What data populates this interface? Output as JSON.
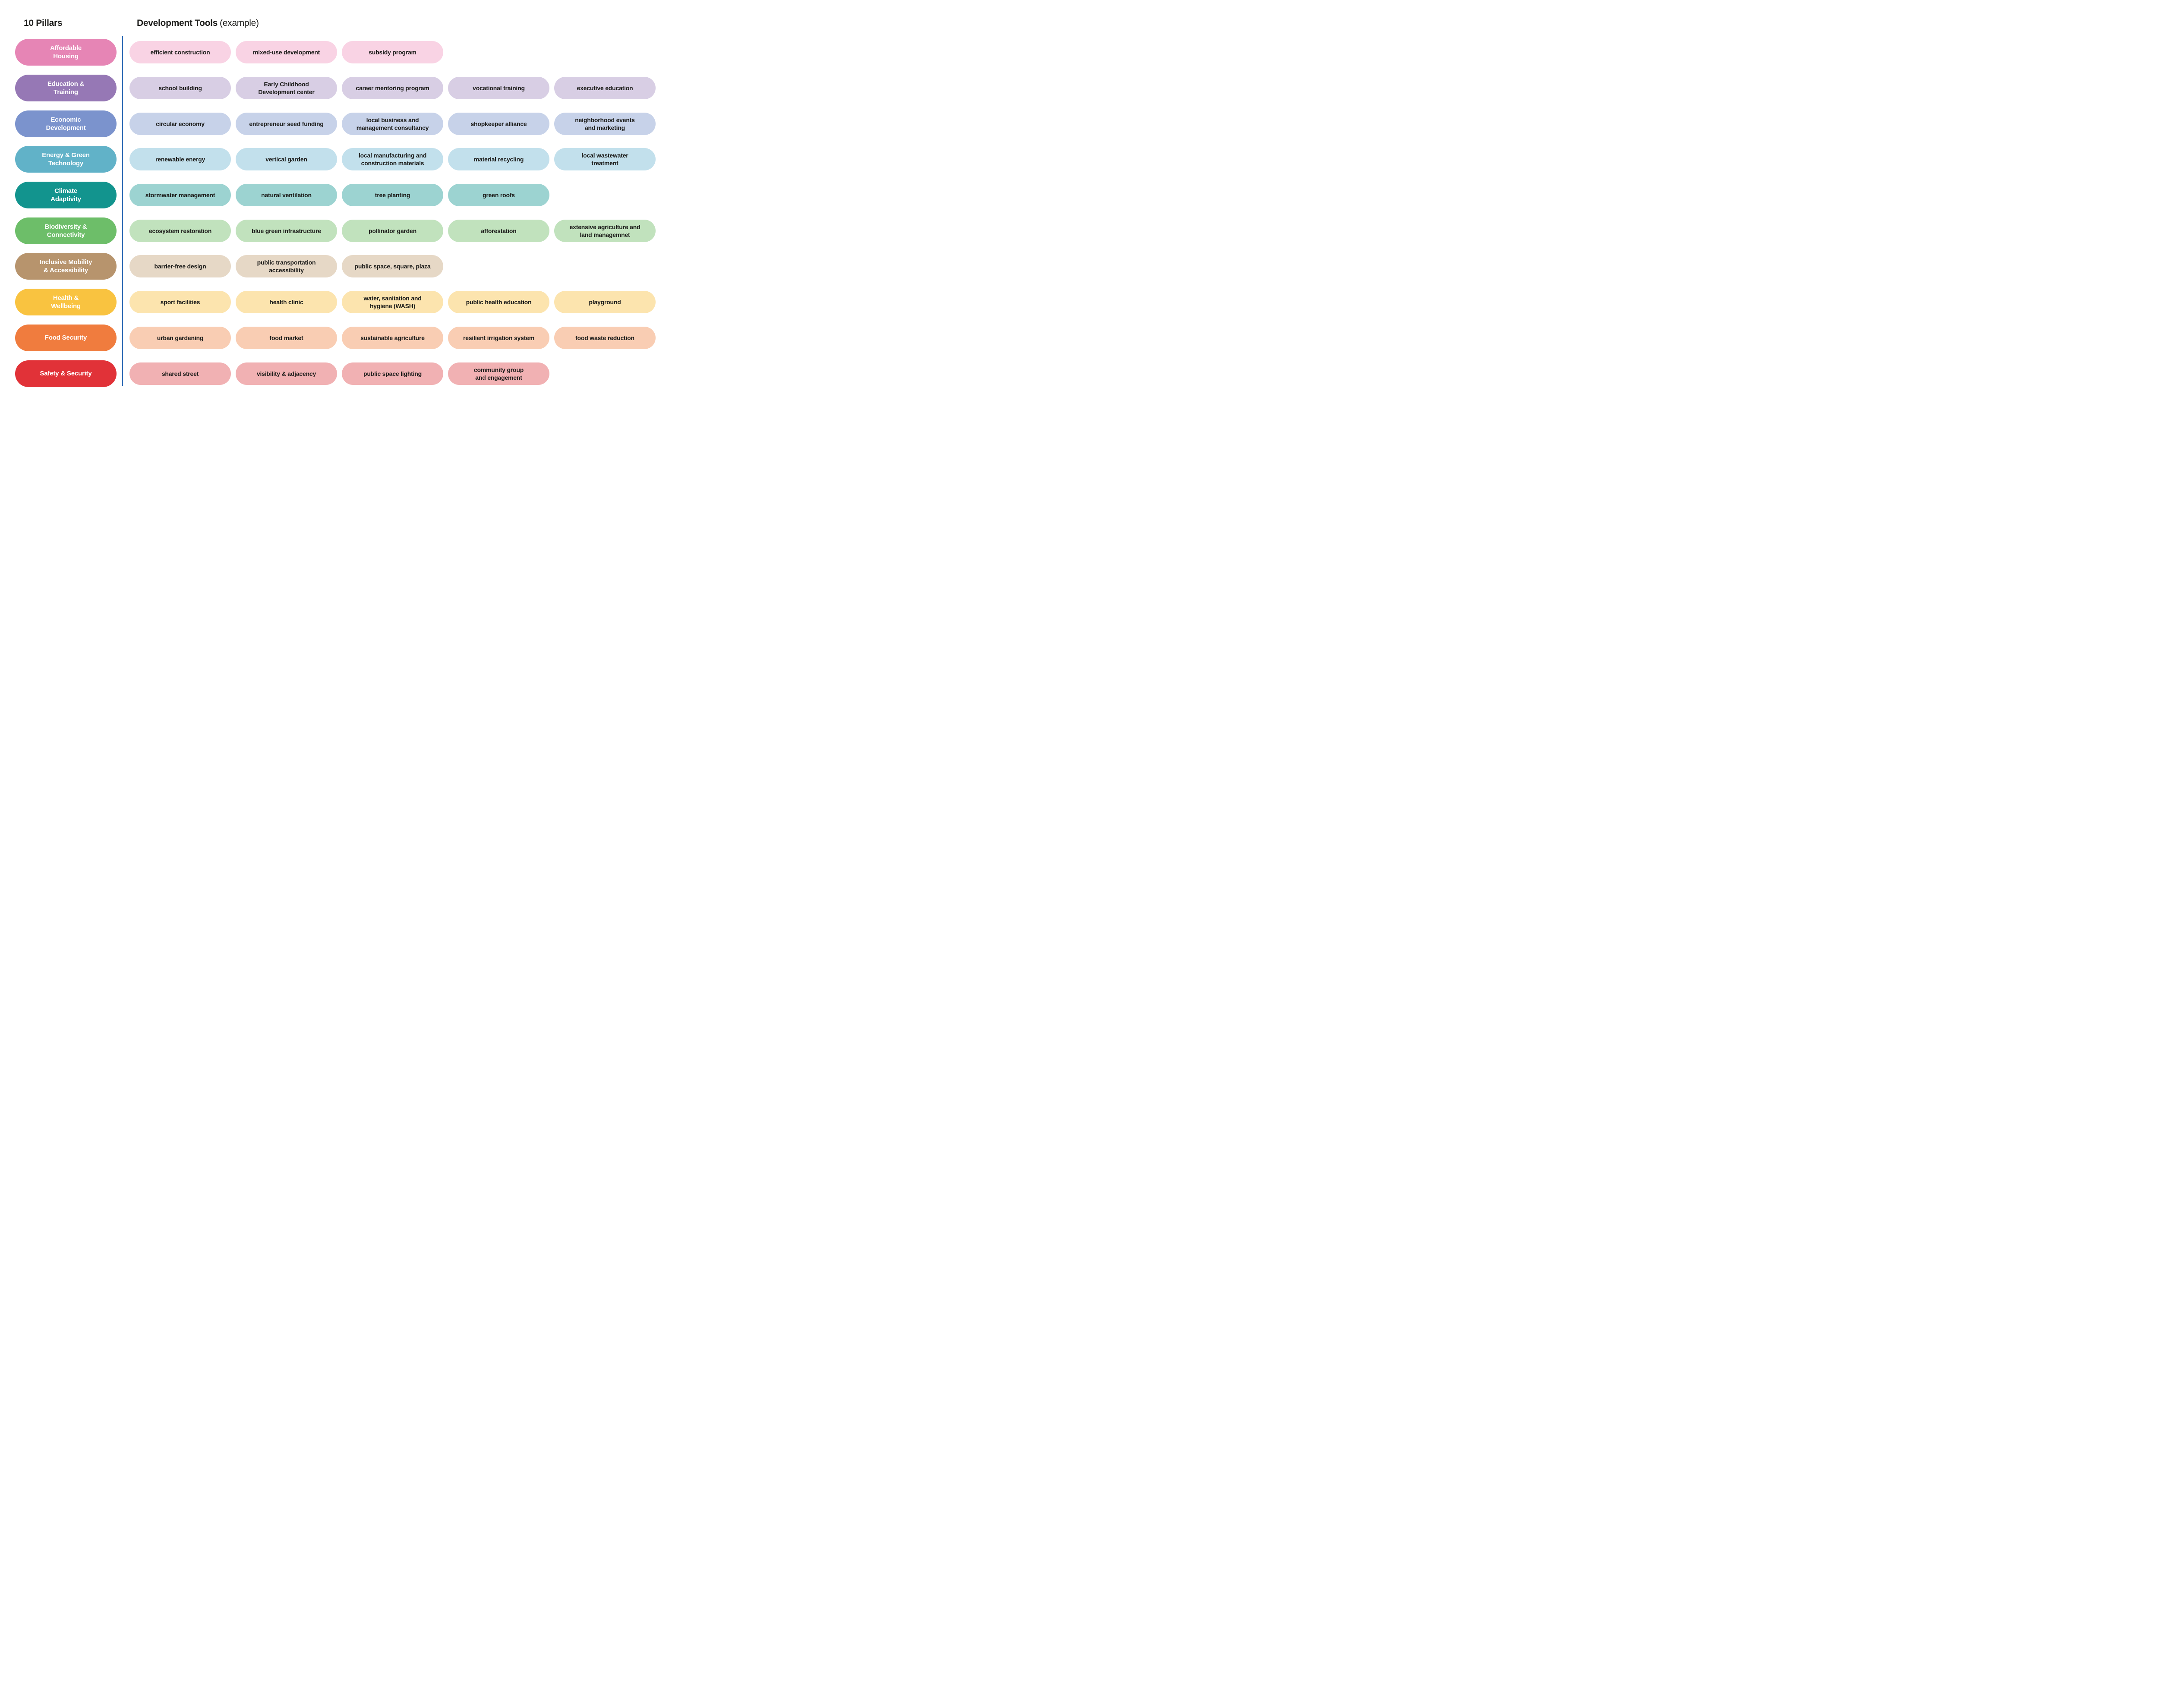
{
  "header": {
    "left_title": "10 Pillars",
    "right_title": "Development Tools",
    "right_title_note": "(example)"
  },
  "colors": {
    "background": "#ffffff",
    "divider": "#2f6bb5",
    "title_text": "#1d1d1b",
    "tool_text": "#1d1d1b",
    "pillar_text": "#ffffff"
  },
  "pillars": [
    {
      "label": "Affordable\nHousing",
      "color": "#e685b5",
      "tool_color": "#f9d3e4",
      "tools": [
        "efficient construction",
        "mixed-use development",
        "subsidy program"
      ]
    },
    {
      "label": "Education &\nTraining",
      "color": "#9678b5",
      "tool_color": "#d8cee4",
      "tools": [
        "school building",
        "Early Childhood\nDevelopment center",
        "career mentoring program",
        "vocational training",
        "executive education"
      ]
    },
    {
      "label": "Economic\nDevelopment",
      "color": "#7b93cd",
      "tool_color": "#c7d2e9",
      "tools": [
        "circular economy",
        "entrepreneur seed funding",
        "local business and\nmanagement consultancy",
        "shopkeeper alliance",
        "neighborhood events\nand marketing"
      ]
    },
    {
      "label": "Energy & Green\nTechnology",
      "color": "#61b2c8",
      "tool_color": "#c2e0ec",
      "tools": [
        "renewable energy",
        "vertical garden",
        "local manufacturing and\nconstruction materials",
        "material recycling",
        "local wastewater\ntreatment"
      ]
    },
    {
      "label": "Climate\nAdaptivity",
      "color": "#12948e",
      "tool_color": "#9cd3d1",
      "tools": [
        "stormwater management",
        "natural ventilation",
        "tree planting",
        "green roofs"
      ]
    },
    {
      "label": "Biodiversity &\nConnectivity",
      "color": "#6dbe69",
      "tool_color": "#c1e2bd",
      "tools": [
        "ecosystem restoration",
        "blue green infrastructure",
        "pollinator garden",
        "afforestation",
        "extensive agriculture and\nland managemnet"
      ]
    },
    {
      "label": "Inclusive Mobility\n& Accessibility",
      "color": "#b7946d",
      "tool_color": "#e6d8c6",
      "tools": [
        "barrier-free design",
        "public transportation\naccessibility",
        "public space, square, plaza"
      ]
    },
    {
      "label": "Health &\nWellbeing",
      "color": "#f9c340",
      "tool_color": "#fce4ae",
      "tools": [
        "sport facilities",
        "health clinic",
        "water, sanitation and\nhygiene (WASH)",
        "public health education",
        "playground"
      ]
    },
    {
      "label": "Food Security",
      "color": "#f07c3e",
      "tool_color": "#f9cdb3",
      "tools": [
        "urban gardening",
        "food market",
        "sustainable agriculture",
        "resilient irrigation system",
        "food waste reduction"
      ]
    },
    {
      "label": "Safety & Security",
      "color": "#e13238",
      "tool_color": "#f1b1b3",
      "tools": [
        "shared street",
        "visibility & adjacency",
        "public space lighting",
        "community group\nand engagement"
      ]
    }
  ]
}
